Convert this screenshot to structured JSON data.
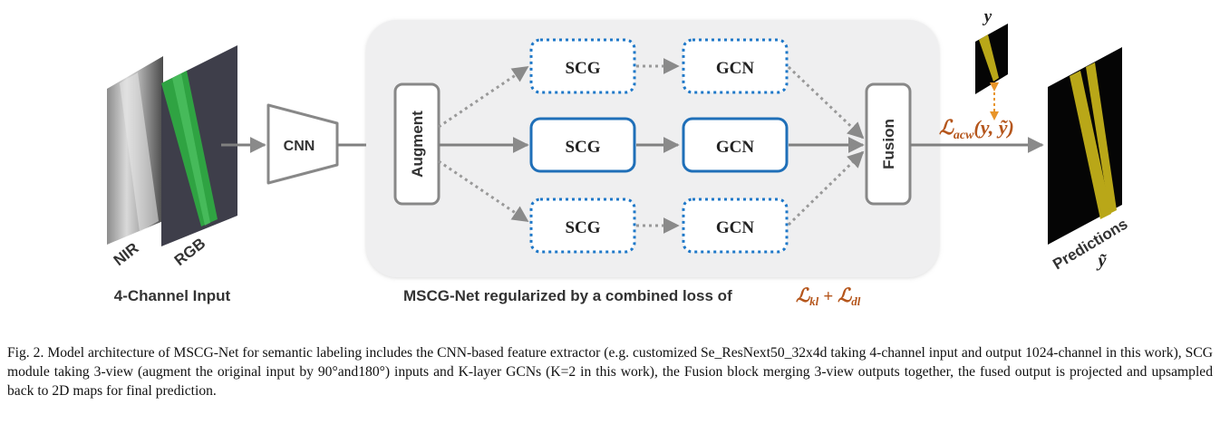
{
  "input": {
    "nir_label": "NIR",
    "rgb_label": "RGB",
    "title": "4-Channel Input"
  },
  "cnn_label": "CNN",
  "mscg": {
    "augment_label": "Augment",
    "fusion_label": "Fusion",
    "views": [
      {
        "scg": "SCG",
        "gcn": "GCN"
      },
      {
        "scg": "SCG",
        "gcn": "GCN"
      },
      {
        "scg": "SCG",
        "gcn": "GCN"
      }
    ],
    "title": "MSCG-Net regularized  by  a combined loss of",
    "combined_loss": {
      "l1": "kl",
      "plus": "+",
      "l2": "dl"
    }
  },
  "loss_acw": {
    "main": "acw",
    "args": "(y, ỹ)"
  },
  "ground_truth_label": "y",
  "predictions": {
    "label": "Predictions",
    "symbol": "ỹ"
  },
  "caption": "Fig. 2.  Model architecture of MSCG-Net for semantic labeling includes the CNN-based feature extractor (e.g. customized Se_ResNext50_32x4d taking 4-channel input and output 1024-channel in this work), SCG module taking 3-view (augment the original input by 90°and180°) inputs and K-layer GCNs (K=2 in this work), the Fusion block merging 3-view outputs together, the fused output is projected and upsampled back to 2D maps for final prediction.",
  "colors": {
    "solid_border": "#1f6fb8",
    "dotted_border": "#1f78c8",
    "panel_bg": "#efeff0",
    "arrow": "#808080",
    "loss_text": "#b5561c",
    "gt_arrow": "#e8952a",
    "field_stripe": "#b9a718",
    "rgb_green": "#2fa342"
  }
}
